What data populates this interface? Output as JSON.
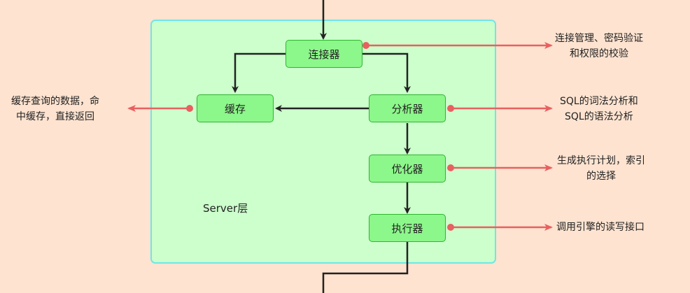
{
  "server_layer": {
    "label": "Server层"
  },
  "nodes": {
    "connector": "连接器",
    "cache": "缓存",
    "analyzer": "分析器",
    "optimizer": "优化器",
    "executor": "执行器"
  },
  "notes": {
    "connector": [
      "连接管理、密码验证",
      "和权限的校验"
    ],
    "cache": [
      "缓存查询的数据，命",
      "中缓存，直接返回"
    ],
    "analyzer": [
      "SQL的词法分析和",
      "SQL的语法分析"
    ],
    "optimizer": [
      "生成执行计划，索引",
      "的选择"
    ],
    "executor": [
      "调用引擎的读写接口"
    ]
  },
  "colors": {
    "background": "#fde3d0",
    "server_fill": "#ccffcc",
    "server_border": "#6fe6e6",
    "node_fill": "#8cf78a",
    "node_border": "#2fb52f",
    "flow_arrow": "#222222",
    "annotation_arrow": "#e86060"
  }
}
